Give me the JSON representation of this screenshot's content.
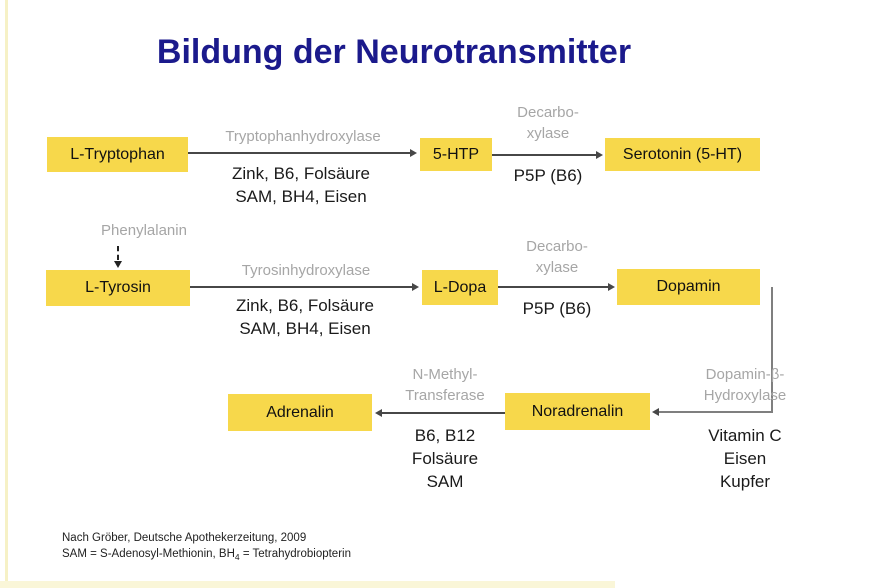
{
  "title": "Bildung der Neurotransmitter",
  "colors": {
    "box_yellow": "#F7D84B",
    "title_navy": "#1B1A8C",
    "enzyme_gray": "#A6A6A6",
    "stripe_pale_yellow": "#FAF6D8",
    "arrow_dark": "#474747",
    "arrow_elbow_gray": "#7f7f7f"
  },
  "precursor_label": "Phenylalanin",
  "boxes": {
    "l_tryptophan": "L-Tryptophan",
    "five_htp": "5-HTP",
    "serotonin": "Serotonin (5-HT)",
    "l_tyrosin": "L-Tyrosin",
    "l_dopa": "L-Dopa",
    "dopamin": "Dopamin",
    "adrenalin": "Adrenalin",
    "noradrenalin": "Noradrenalin"
  },
  "reactions": {
    "tryptophan_hydroxylase": {
      "enzyme": "Tryptophanhydroxylase",
      "cofactors1": "Zink, B6, Folsäure",
      "cofactors2": "SAM, BH4, Eisen"
    },
    "decarboxylase_1": {
      "enzyme1": "Decarbo-",
      "enzyme2": "xylase",
      "cofactors": "P5P (B6)"
    },
    "tyrosin_hydroxylase": {
      "enzyme": "Tyrosinhydroxylase",
      "cofactors1": "Zink, B6, Folsäure",
      "cofactors2": "SAM, BH4, Eisen"
    },
    "decarboxylase_2": {
      "enzyme1": "Decarbo-",
      "enzyme2": "xylase",
      "cofactors": "P5P (B6)"
    },
    "n_methyl_transferase": {
      "enzyme1": "N-Methyl-",
      "enzyme2": "Transferase",
      "cofactors1": "B6, B12",
      "cofactors2": "Folsäure",
      "cofactors3": "SAM"
    },
    "dopamin_beta_hydroxylase": {
      "enzyme1": "Dopamin-β-",
      "enzyme2": "Hydroxylase",
      "cofactors1": "Vitamin C",
      "cofactors2": "Eisen",
      "cofactors3": "Kupfer"
    }
  },
  "footer": {
    "line1": "Nach Gröber, Deutsche Apothekerzeitung, 2009",
    "line2_pre": "SAM = S-Adenosyl-Methionin, BH",
    "line2_sub": "4",
    "line2_post": " = Tetrahydrobiopterin"
  }
}
